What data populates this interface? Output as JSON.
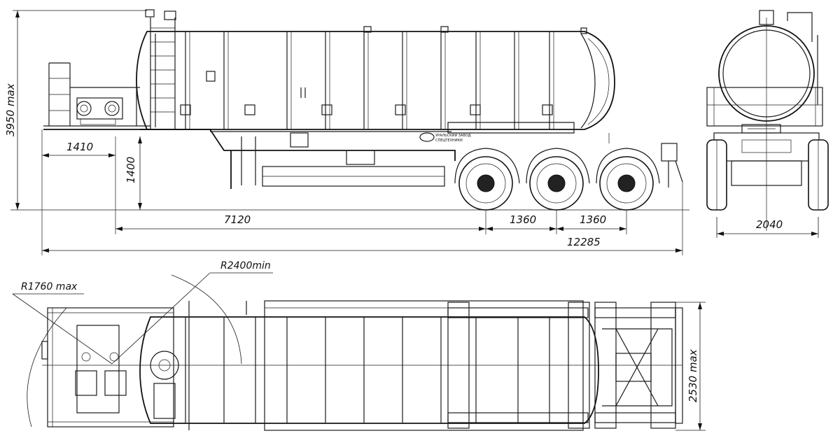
{
  "dimensions": {
    "height_max": "3950 max",
    "front_overhang": "1410",
    "coupling_height": "1400",
    "kingpin_to_axle": "7120",
    "axle_spacing_1": "1360",
    "axle_spacing_2": "1360",
    "overall_length": "12285",
    "track_width": "2040",
    "overall_width": "2530 max"
  },
  "radii": {
    "front_swing": "R1760 max",
    "turning": "R2400min"
  },
  "branding": {
    "line1": "УРАЛЬСКИЙ ЗАВОД",
    "line2": "СПЕЦТЕХНИКИ"
  },
  "colors": {
    "line": "#1a1a1a",
    "background": "#ffffff"
  }
}
